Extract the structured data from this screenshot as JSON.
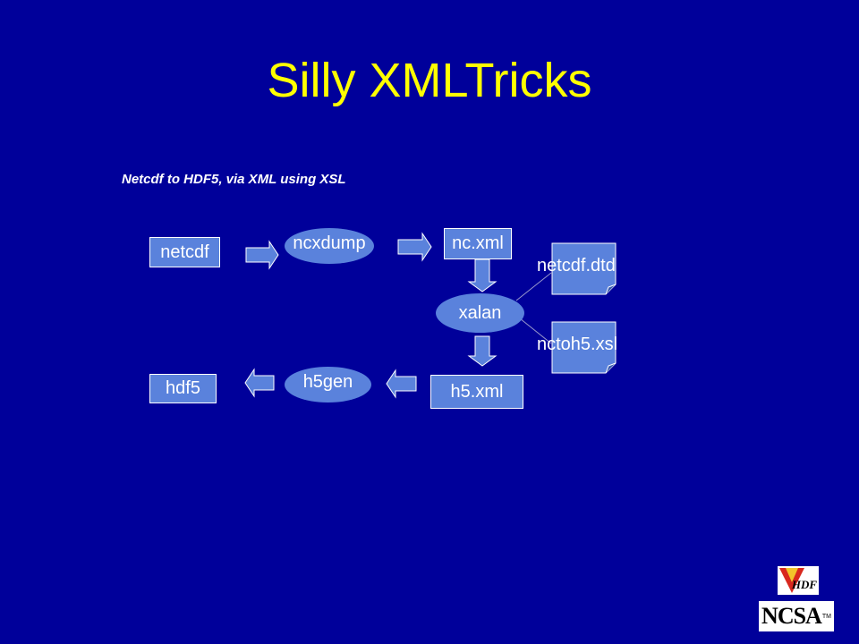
{
  "slide": {
    "title": "Silly XMLTricks",
    "subtitle": "Netcdf to HDF5, via XML using XSL"
  },
  "nodes": {
    "netcdf": "netcdf",
    "ncxdump": "ncxdump",
    "nc_xml": "nc.xml",
    "netcdf_dtd": "netcdf.dtd",
    "xalan": "xalan",
    "nctoh5_xsl": "nctoh5.xsl",
    "h5_xml": "h5.xml",
    "h5gen": "h5gen",
    "hdf5": "hdf5"
  },
  "logos": {
    "hdf": "HDF",
    "ncsa": "NCSA",
    "ncsa_tm": "TM"
  },
  "colors": {
    "background": "#00009a",
    "title": "#ffff00",
    "shape_fill": "#5a82dc",
    "text": "#ffffff"
  }
}
